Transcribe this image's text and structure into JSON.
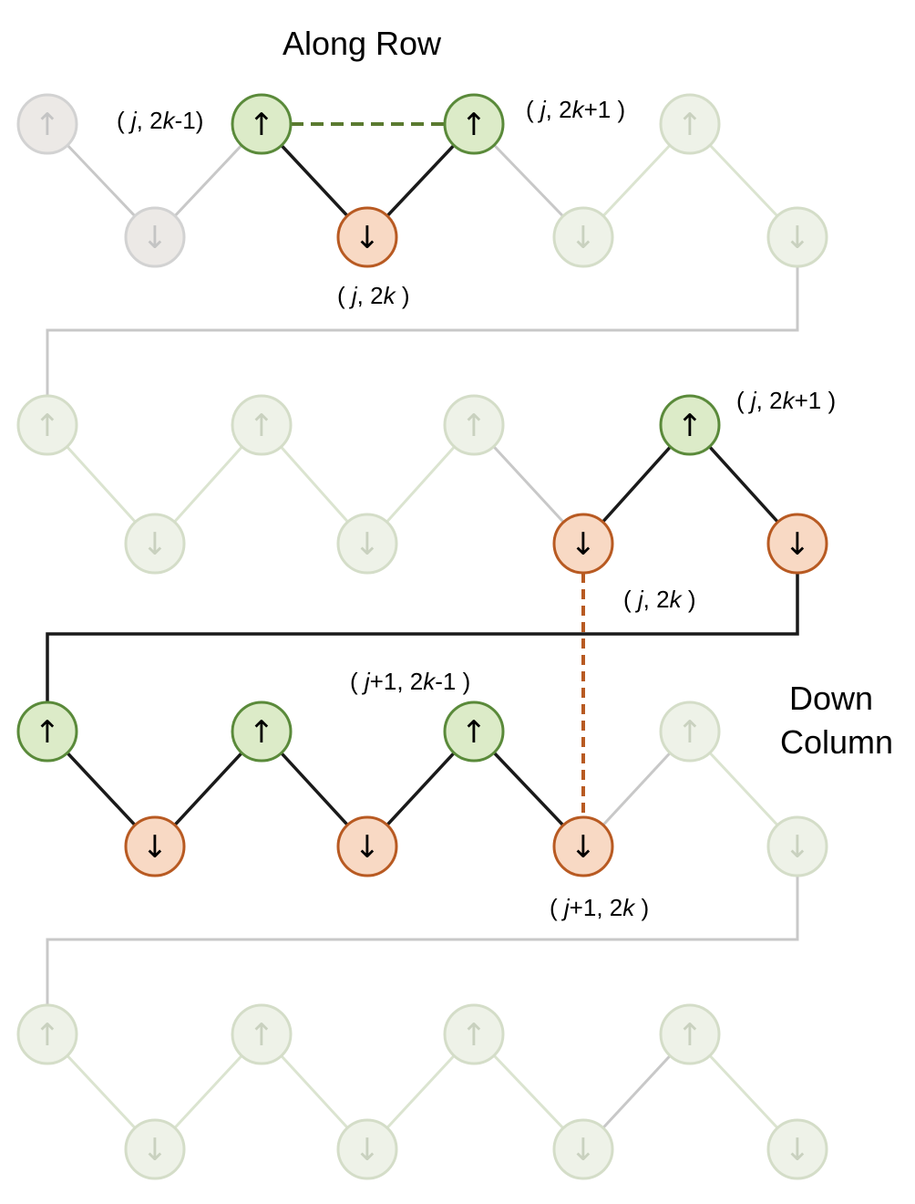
{
  "titles": {
    "along_row": "Along Row",
    "down_column_line1": "Down",
    "down_column_line2": "Column"
  },
  "labels": {
    "row1_left": {
      "open": "( ",
      "var": "j",
      "mid": ", 2",
      "k": "k",
      "tail": "-1)"
    },
    "row1_right": {
      "open": "( ",
      "var": "j",
      "mid": ", 2",
      "k": "k",
      "tail": "+1 )"
    },
    "row1_bottom": {
      "open": "( ",
      "var": "j",
      "mid": ", 2",
      "k": "k",
      "tail": " )"
    },
    "row2_top": {
      "open": "( ",
      "var": "j",
      "mid": ", 2",
      "k": "k",
      "tail": "+1 )"
    },
    "row2_bottom": {
      "open": "( ",
      "var": "j",
      "mid": ", 2",
      "k": "k",
      "tail": " )"
    },
    "row3_top": {
      "open": "( ",
      "var": "j",
      "mid": "+1, 2",
      "k": "k",
      "tail": "-1 )"
    },
    "row3_bottom": {
      "open": "( ",
      "var": "j",
      "mid": "+1, 2",
      "k": "k",
      "tail": " )"
    }
  },
  "spins": {
    "up": "↑",
    "down": "↓"
  },
  "colors": {
    "green_fill": "#dcebc8",
    "green_stroke": "#5a8a3a",
    "orange_fill": "#f8d9c4",
    "orange_stroke": "#b85a22",
    "faded_fill": "#eef2e8",
    "faded_stroke": "#d4ddc8",
    "faded_grey_fill": "#ece9e6",
    "faded_grey_stroke": "#d2d2d2",
    "active_bond": "#1a1a1a",
    "faded_bond": "#c8c8c8",
    "faded_bond_green": "#dbe4d0",
    "row_dash": "#5a7a30",
    "col_dash": "#b85a22"
  }
}
